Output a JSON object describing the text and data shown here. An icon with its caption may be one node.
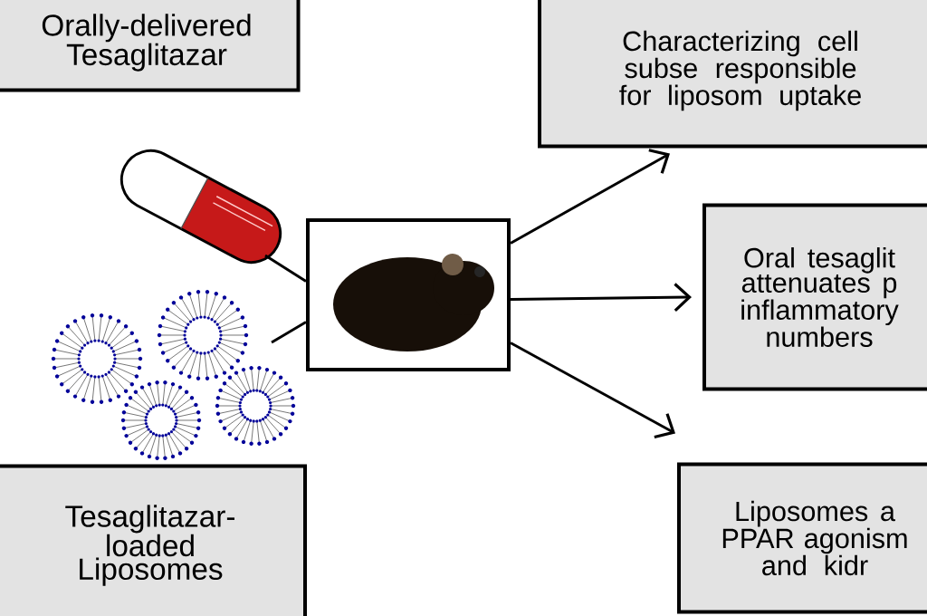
{
  "diagram": {
    "nodes": [
      {
        "text": [
          "Orally-delivered Tesaglitazar"
        ]
      },
      {
        "text": [],
        "shape": "picture"
      },
      {
        "text": [],
        "shape": "picture"
      },
      {
        "text": [],
        "shape": "picture"
      },
      {
        "text": [
          "Characterizing cell subse responsible for liposom uptake"
        ]
      },
      {
        "text": [
          "Oral tesaglit attenuates p inflammatory numbers"
        ]
      },
      {
        "text": [
          "Liposomes a PPAR agonism and kidr"
        ]
      },
      {
        "text": [
          "Tesaglitazar-loaded Liposomes"
        ]
      }
    ],
    "edges": [
      {
        "from": 1,
        "to": 3,
        "arrow": "none"
      },
      {
        "from": 2,
        "to": 3,
        "arrow": "none"
      },
      {
        "from": 3,
        "to": 4,
        "arrow": "to"
      },
      {
        "from": 3,
        "to": 5,
        "arrow": "to"
      },
      {
        "from": 3,
        "to": 6,
        "arrow": "to"
      }
    ]
  }
}
